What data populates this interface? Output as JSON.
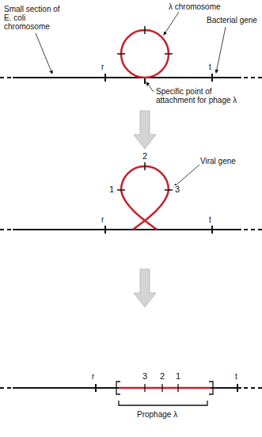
{
  "diagram": {
    "labels": [
      "Small section of E. coli chromosome",
      "λ chromosome",
      "Bacterial gene",
      "r",
      "t",
      "Specific point of attachment for phage λ",
      "2",
      "1",
      "3",
      "Viral gene",
      "r",
      "t",
      "r",
      "3",
      "2",
      "1",
      "t",
      "Prophage λ"
    ]
  }
}
